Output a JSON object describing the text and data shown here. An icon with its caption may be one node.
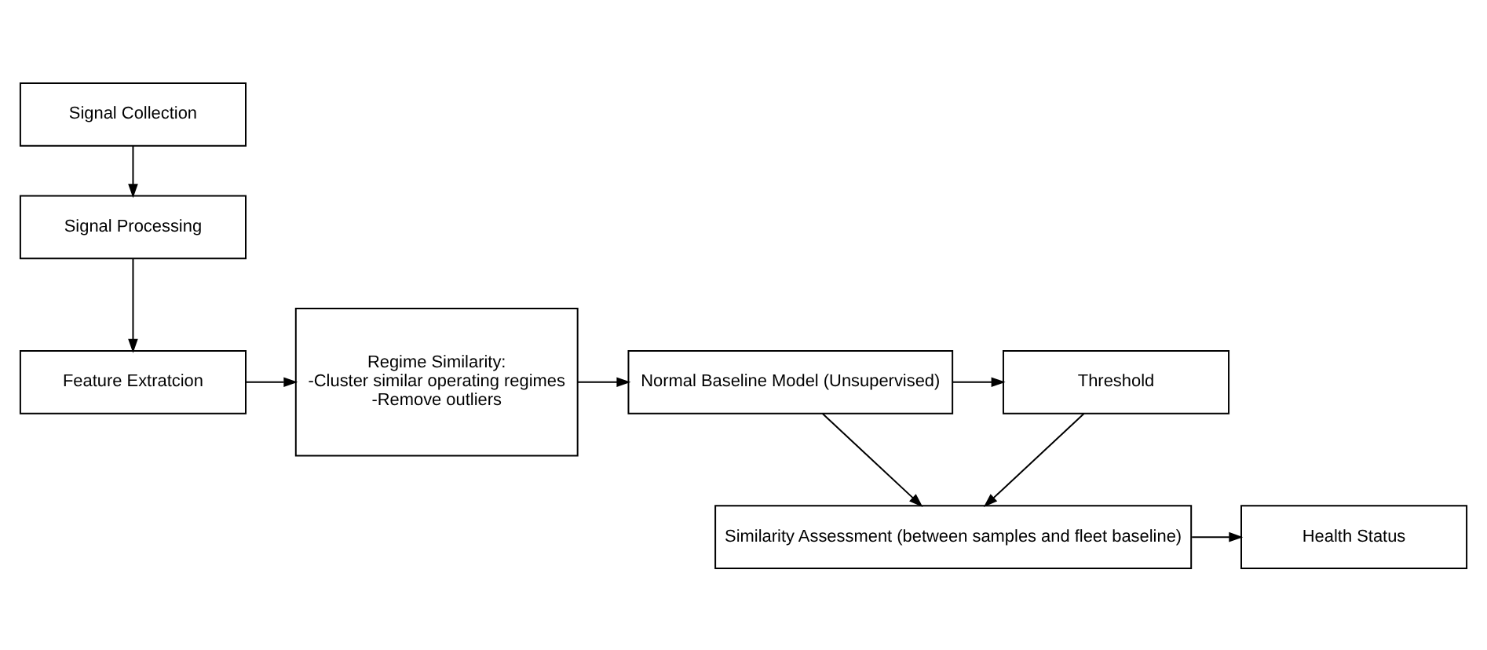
{
  "diagram": {
    "nodes": [
      {
        "text": [
          "Signal Collection"
        ]
      },
      {
        "text": [
          "Signal Processing"
        ]
      },
      {
        "text": [
          "Feature Extratcion"
        ]
      },
      {
        "text": [
          "Regime Similarity:",
          "-Cluster similar operating regimes",
          "-Remove outliers"
        ]
      },
      {
        "text": [
          "Normal Baseline Model (Unsupervised)"
        ]
      },
      {
        "text": [
          "Threshold"
        ]
      },
      {
        "text": [
          "Similarity Assessment (between samples and fleet baseline)"
        ]
      },
      {
        "text": [
          "Health Status"
        ]
      }
    ],
    "edges": [
      {
        "from": 0,
        "to": 1,
        "arrow": "to"
      },
      {
        "from": 1,
        "to": 2,
        "arrow": "to"
      },
      {
        "from": 2,
        "to": 3,
        "arrow": "to"
      },
      {
        "from": 3,
        "to": 4,
        "arrow": "to"
      },
      {
        "from": 4,
        "to": 5,
        "arrow": "to"
      },
      {
        "from": 4,
        "to": 6,
        "arrow": "to"
      },
      {
        "from": 5,
        "to": 6,
        "arrow": "to"
      },
      {
        "from": 6,
        "to": 7,
        "arrow": "to"
      }
    ]
  }
}
